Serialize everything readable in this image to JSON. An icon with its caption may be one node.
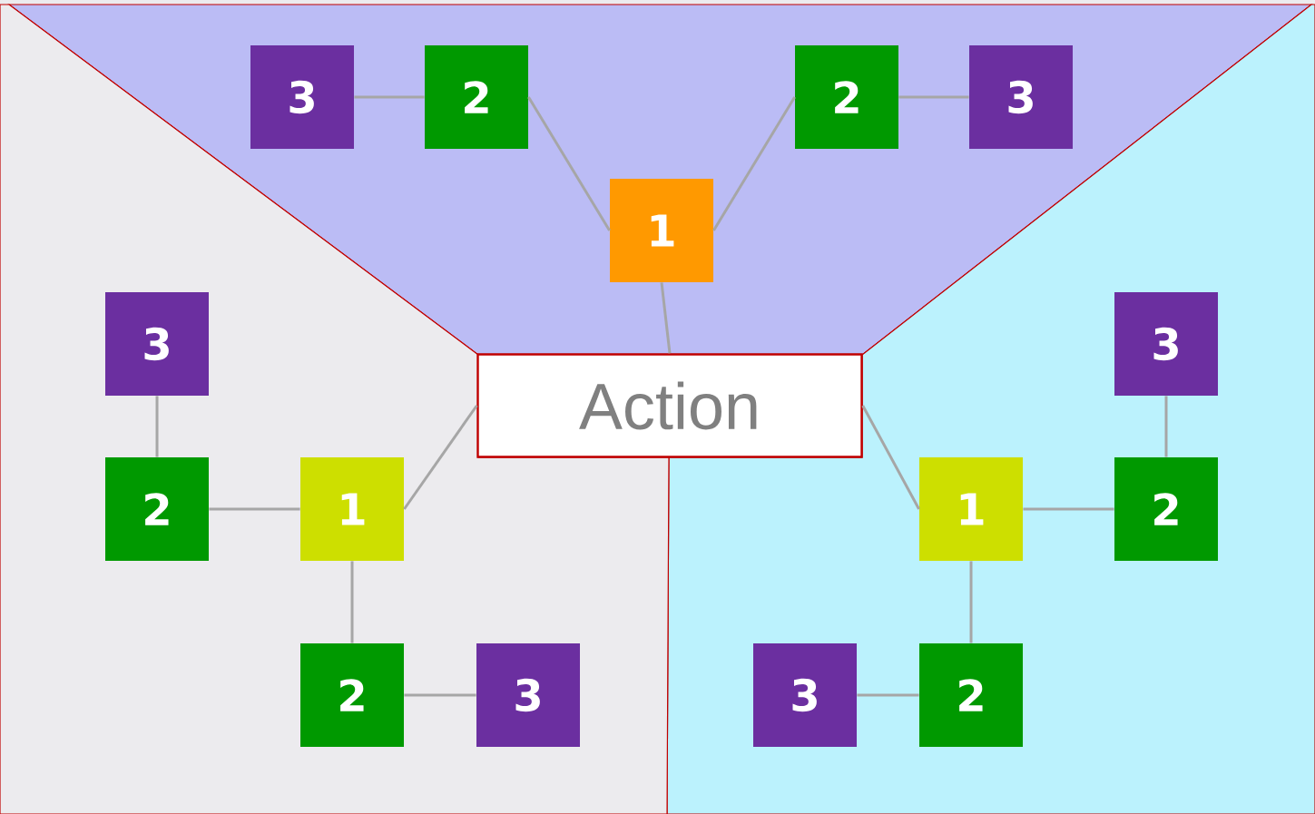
{
  "diagram": {
    "nodes": [
      {
        "text": [
          "Action"
        ]
      },
      {
        "text": [
          "1"
        ]
      },
      {
        "text": [
          "2"
        ]
      },
      {
        "text": [
          "3"
        ]
      },
      {
        "text": [
          "2"
        ]
      },
      {
        "text": [
          "3"
        ]
      },
      {
        "text": [
          "1"
        ]
      },
      {
        "text": [
          "2"
        ]
      },
      {
        "text": [
          "3"
        ]
      },
      {
        "text": [
          "2"
        ]
      },
      {
        "text": [
          "3"
        ]
      },
      {
        "text": [
          "1"
        ]
      },
      {
        "text": [
          "2"
        ]
      },
      {
        "text": [
          "3"
        ]
      },
      {
        "text": [
          "2"
        ]
      },
      {
        "text": [
          "3"
        ]
      }
    ],
    "edges": [
      {
        "from": 0,
        "to": 1,
        "arrow": "none"
      },
      {
        "from": 1,
        "to": 2,
        "arrow": "none"
      },
      {
        "from": 2,
        "to": 3,
        "arrow": "none"
      },
      {
        "from": 1,
        "to": 4,
        "arrow": "none"
      },
      {
        "from": 4,
        "to": 5,
        "arrow": "none"
      },
      {
        "from": 0,
        "to": 6,
        "arrow": "none"
      },
      {
        "from": 6,
        "to": 7,
        "arrow": "none"
      },
      {
        "from": 7,
        "to": 8,
        "arrow": "none"
      },
      {
        "from": 6,
        "to": 9,
        "arrow": "none"
      },
      {
        "from": 9,
        "to": 10,
        "arrow": "none"
      },
      {
        "from": 0,
        "to": 11,
        "arrow": "none"
      },
      {
        "from": 11,
        "to": 12,
        "arrow": "none"
      },
      {
        "from": 12,
        "to": 13,
        "arrow": "none"
      },
      {
        "from": 11,
        "to": 14,
        "arrow": "none"
      },
      {
        "from": 14,
        "to": 15,
        "arrow": "none"
      }
    ]
  }
}
